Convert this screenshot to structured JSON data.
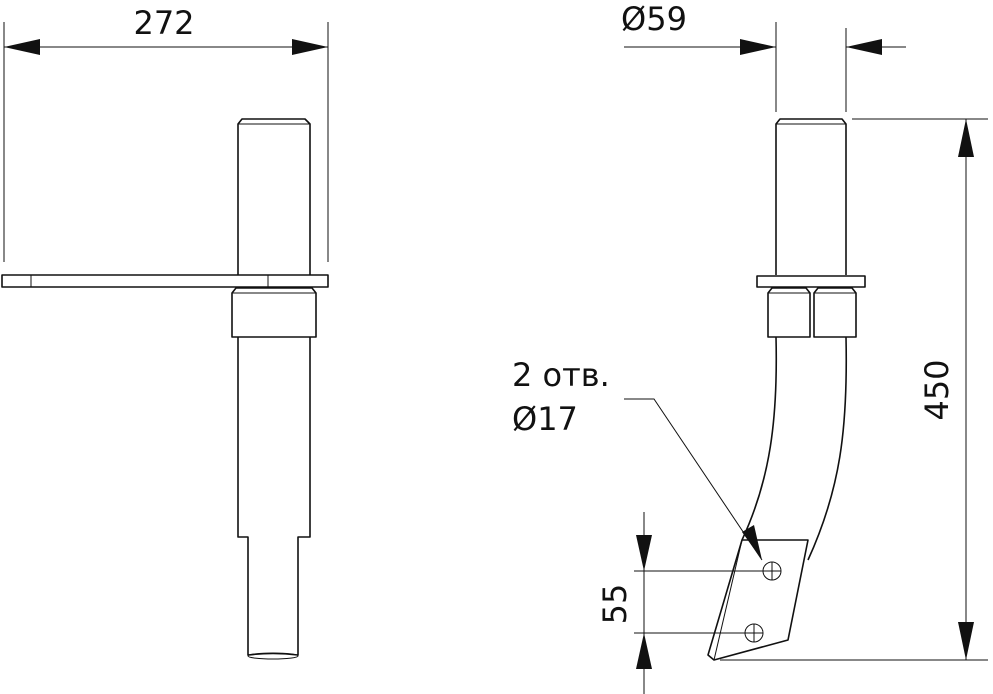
{
  "dimensions": {
    "width_label": "272",
    "diameter_label": "Ø59",
    "height_label": "450",
    "hole_spacing_label": "55"
  },
  "callout": {
    "line1": "2 отв.",
    "line2": "Ø17"
  }
}
